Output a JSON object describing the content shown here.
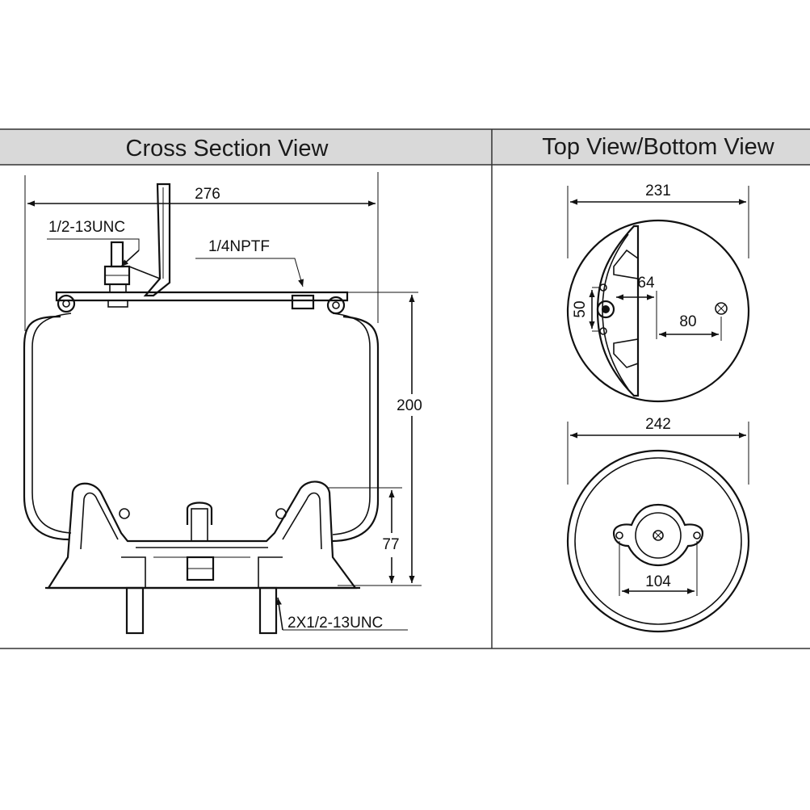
{
  "headers": {
    "cross_section": "Cross Section View",
    "top_bottom": "Top View/Bottom View"
  },
  "cross_section": {
    "width": "276",
    "height": "200",
    "base_height": "77",
    "top_stud": "1/2-13UNC",
    "air_fitting": "1/4NPTF",
    "bottom_studs": "2X1/2-13UNC"
  },
  "top_view": {
    "diameter": "231",
    "offset_64": "64",
    "offset_80": "80",
    "spacing_50": "50"
  },
  "bottom_view": {
    "diameter": "242",
    "bolt_spacing": "104"
  },
  "colors": {
    "header_fill": "#d9d9d9",
    "line": "#111111",
    "frame": "#333333"
  }
}
